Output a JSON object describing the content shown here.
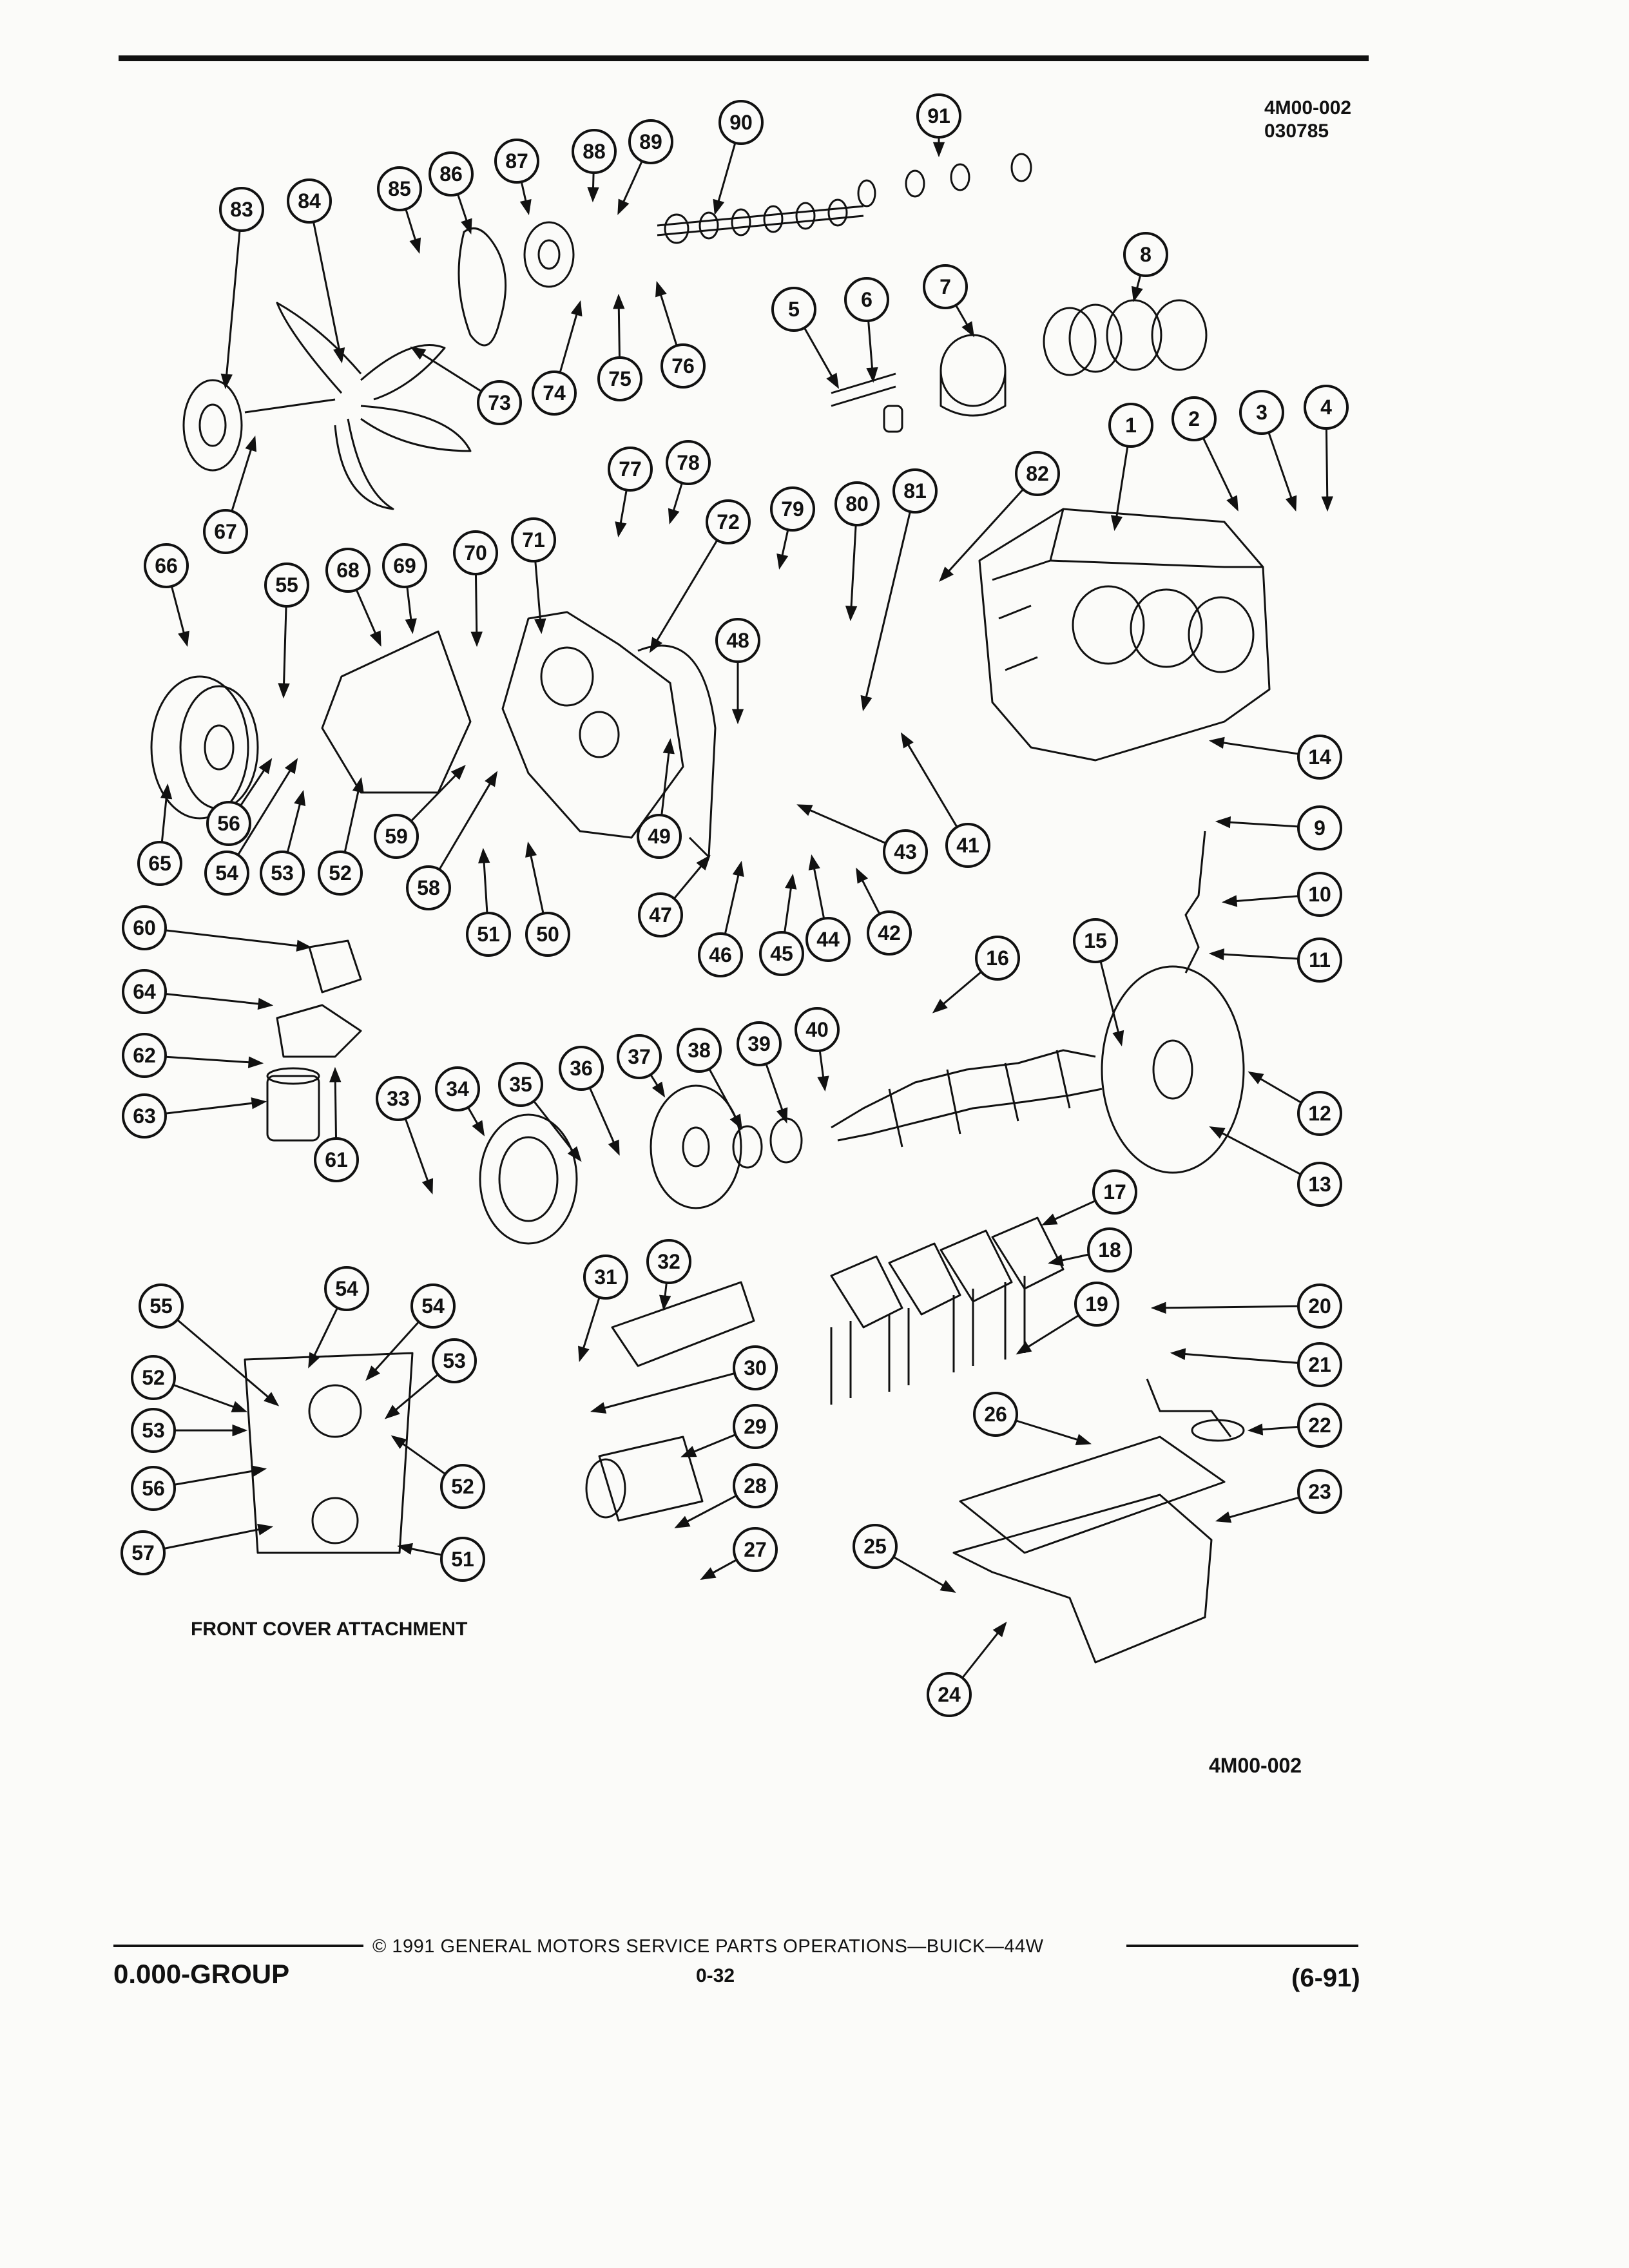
{
  "figure": {
    "id_lines": [
      "4M00-002",
      "030785"
    ],
    "reference": "4M00-002",
    "inset_caption": "FRONT COVER ATTACHMENT"
  },
  "callouts": [
    "1",
    "2",
    "3",
    "4",
    "5",
    "6",
    "7",
    "8",
    "9",
    "10",
    "11",
    "12",
    "13",
    "14",
    "15",
    "16",
    "17",
    "18",
    "19",
    "20",
    "21",
    "22",
    "23",
    "24",
    "25",
    "26",
    "27",
    "28",
    "29",
    "30",
    "31",
    "32",
    "33",
    "34",
    "35",
    "36",
    "37",
    "38",
    "39",
    "40",
    "41",
    "42",
    "43",
    "44",
    "45",
    "46",
    "47",
    "48",
    "49",
    "50",
    "51",
    "52",
    "53",
    "54",
    "55",
    "56",
    "57",
    "58",
    "59",
    "60",
    "61",
    "62",
    "63",
    "64",
    "65",
    "66",
    "67",
    "68",
    "69",
    "70",
    "71",
    "72",
    "73",
    "74",
    "75",
    "76",
    "77",
    "78",
    "79",
    "80",
    "81",
    "82",
    "83",
    "84",
    "85",
    "86",
    "87",
    "88",
    "89",
    "90",
    "91"
  ],
  "footer": {
    "group": "0.000-GROUP",
    "copyright": "© 1991 GENERAL MOTORS SERVICE PARTS OPERATIONS—BUICK—44W",
    "page": "0-32",
    "date": "(6-91)"
  },
  "colors": {
    "ink": "#111111",
    "paper": "#fbfbf9"
  }
}
